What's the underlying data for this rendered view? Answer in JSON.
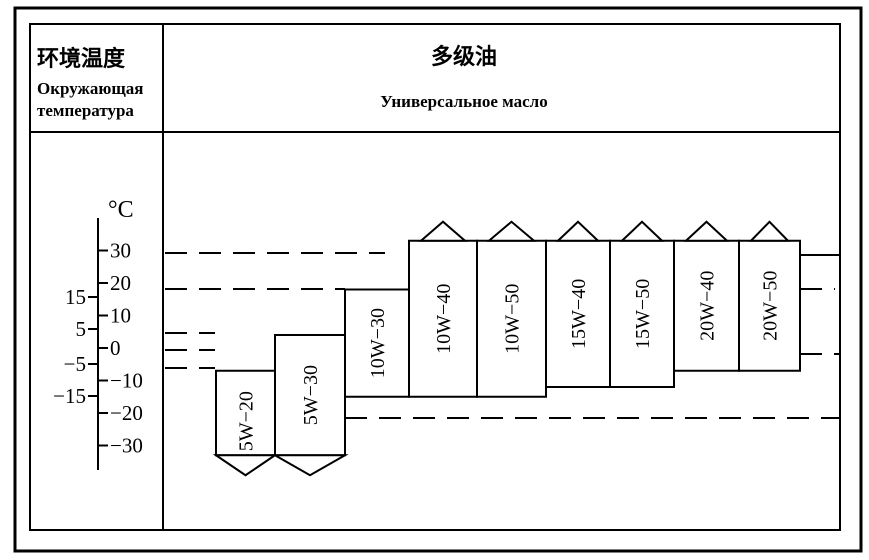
{
  "header": {
    "left_cn": "环境温度",
    "left_ru_1": "Окружающая",
    "left_ru_2": "температура",
    "right_cn": "多级油",
    "right_ru": "Универсальное масло"
  },
  "chart_data": {
    "type": "range-bar",
    "unit": "°C",
    "scale_f_ticks": [
      "15",
      "5",
      "-5",
      "-15"
    ],
    "scale_c_ticks": [
      "30",
      "20",
      "10",
      "0",
      "-10",
      "-20",
      "-30"
    ],
    "grades": [
      {
        "name": "5W-20",
        "min": -33,
        "max": -7
      },
      {
        "name": "5W-30",
        "min": -33,
        "max": 4
      },
      {
        "name": "10W-30",
        "min": -15,
        "max": 18
      },
      {
        "name": "10W-40",
        "min": -15,
        "max": 33
      },
      {
        "name": "10W-50",
        "min": -15,
        "max": 33
      },
      {
        "name": "15W-40",
        "min": -12,
        "max": 33
      },
      {
        "name": "15W-50",
        "min": -12,
        "max": 33
      },
      {
        "name": "20W-40",
        "min": -7,
        "max": 33
      },
      {
        "name": "20W-50",
        "min": -7,
        "max": 33
      }
    ]
  }
}
